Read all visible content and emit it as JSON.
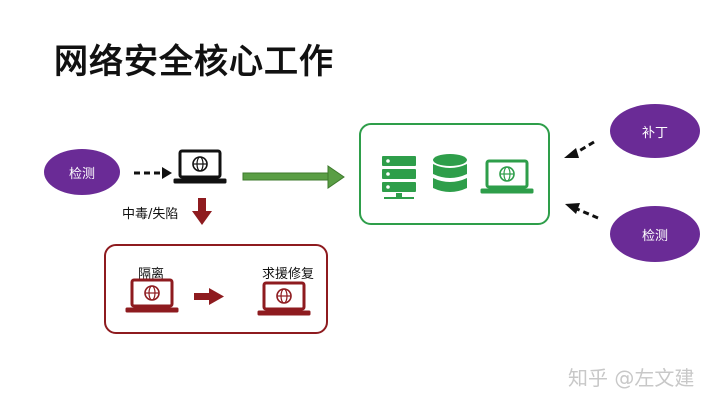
{
  "title": "网络安全核心工作",
  "left_detect_label": "检测",
  "infected_label": "中毒/失陷",
  "isolate_label": "隔离",
  "rescue_label": "求援修复",
  "patch_label": "补丁",
  "right_detect_label": "检测",
  "watermark": "知乎 @左文建",
  "colors": {
    "purple": "#6a2b96",
    "green": "#2e9e4a",
    "dark_red": "#8e1b1f",
    "black": "#111111"
  },
  "icons": [
    "laptop-icon",
    "server-icon",
    "database-icon",
    "globe-icon"
  ]
}
